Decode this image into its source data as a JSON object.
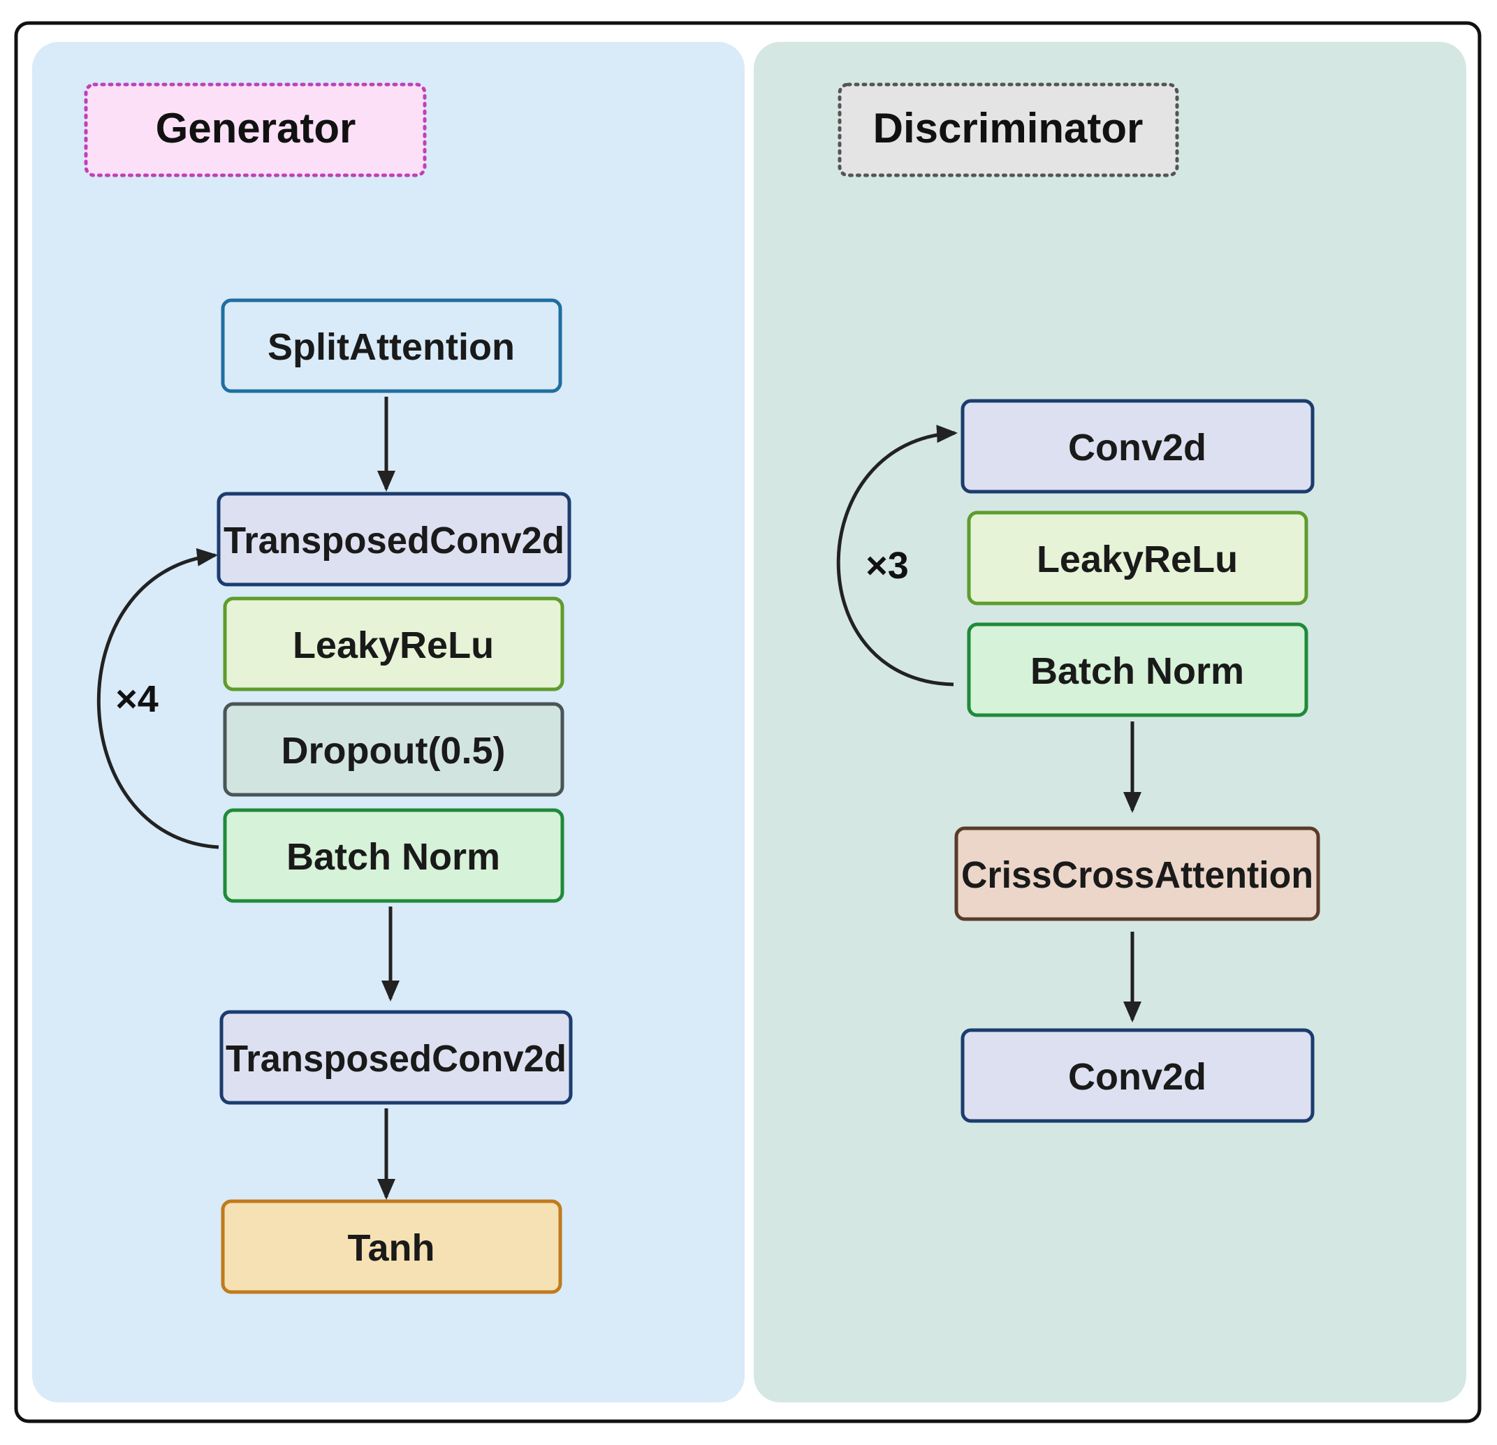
{
  "generator": {
    "title": "Generator",
    "repeat_label": "×4",
    "blocks": [
      {
        "label": "SplitAttention"
      },
      {
        "label": "TransposedConv2d"
      },
      {
        "label": "LeakyReLu"
      },
      {
        "label": "Dropout(0.5)"
      },
      {
        "label": "Batch Norm"
      },
      {
        "label": "TransposedConv2d"
      },
      {
        "label": "Tanh"
      }
    ]
  },
  "discriminator": {
    "title": "Discriminator",
    "repeat_label": "×3",
    "blocks": [
      {
        "label": "Conv2d"
      },
      {
        "label": "LeakyReLu"
      },
      {
        "label": "Batch Norm"
      },
      {
        "label": "CrissCrossAttention"
      },
      {
        "label": "Conv2d"
      }
    ]
  },
  "colors": {
    "generator_panel": "#d9eaf8",
    "discriminator_panel": "#d4e7e3",
    "generator_title_fill": "#fbe0f7",
    "generator_title_border": "#c040b8",
    "discriminator_title_fill": "#e4e4e4",
    "discriminator_title_border": "#555555",
    "split_attention": "#d9ebf8",
    "transposed_conv": "#dde0f0",
    "conv2d": "#dde0f0",
    "leaky_relu": "#e6f3d6",
    "dropout": "#d2e4e0",
    "batch_norm": "#d6f2d8",
    "tanh": "#f5e1b3",
    "criss_cross_attention": "#ebd6c9"
  }
}
